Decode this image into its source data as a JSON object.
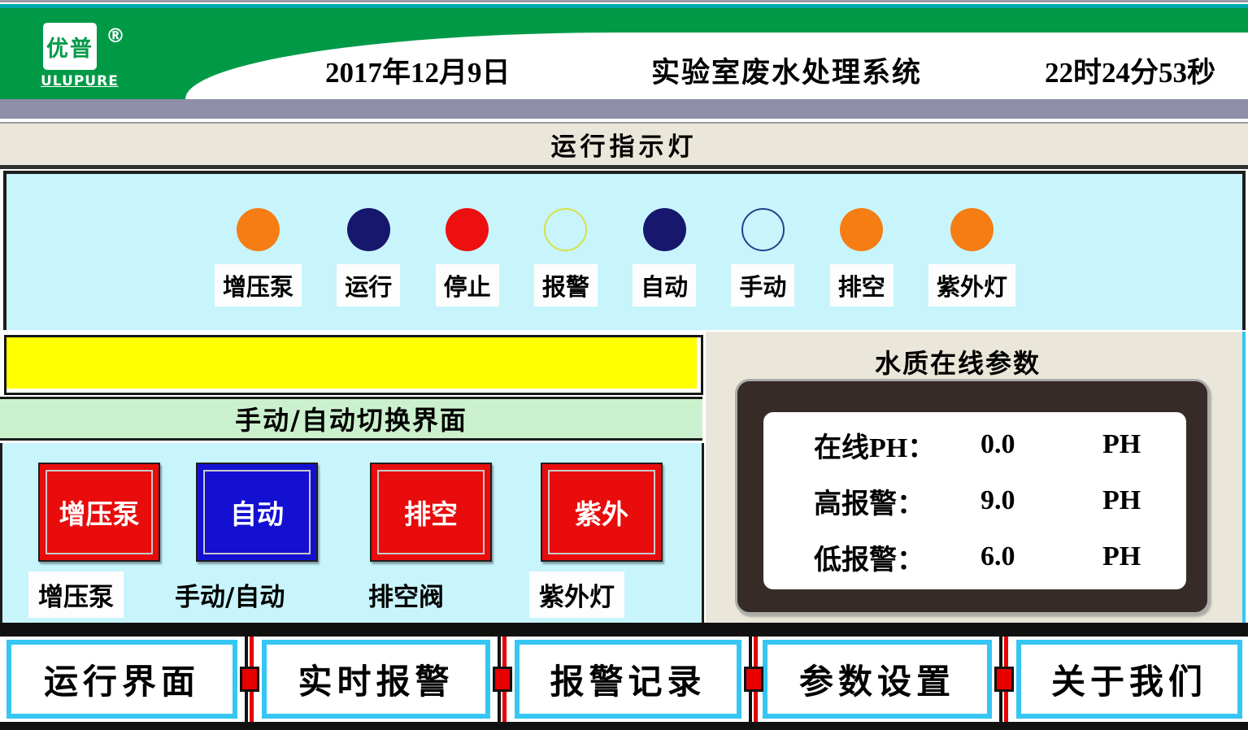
{
  "header": {
    "logo_name": "优普",
    "logo_reg": "®",
    "logo_sub": "ULUPURE",
    "date": "2017年12月9日",
    "title": "实验室废水处理系统",
    "time": "22时24分53秒"
  },
  "indicators": {
    "title": "运行指示灯",
    "lights": [
      {
        "label": "增压泵",
        "state": "on-orange"
      },
      {
        "label": "运行",
        "state": "on-navy"
      },
      {
        "label": "停止",
        "state": "on-red"
      },
      {
        "label": "报警",
        "state": "off-yellow-outline"
      },
      {
        "label": "自动",
        "state": "on-navy"
      },
      {
        "label": "手动",
        "state": "off-navy-outline"
      },
      {
        "label": "排空",
        "state": "on-orange"
      },
      {
        "label": "紫外灯",
        "state": "on-orange"
      }
    ]
  },
  "manual_auto": {
    "title": "手动/自动切换界面",
    "buttons": [
      {
        "label": "增压泵",
        "color": "red",
        "caption": "增压泵"
      },
      {
        "label": "自动",
        "color": "blue",
        "caption": "手动/自动"
      },
      {
        "label": "排空",
        "color": "red",
        "caption": "排空阀"
      },
      {
        "label": "紫外",
        "color": "red",
        "caption": "紫外灯"
      }
    ]
  },
  "water_quality": {
    "title": "水质在线参数",
    "rows": [
      {
        "label": "在线PH：",
        "value": "0.0",
        "unit": "PH"
      },
      {
        "label": "高报警：",
        "value": "9.0",
        "unit": "PH"
      },
      {
        "label": "低报警：",
        "value": "6.0",
        "unit": "PH"
      }
    ]
  },
  "nav": {
    "items": [
      {
        "label": "运行界面"
      },
      {
        "label": "实时报警"
      },
      {
        "label": "报警记录"
      },
      {
        "label": "参数设置"
      },
      {
        "label": "关于我们"
      }
    ]
  },
  "colors": {
    "header_green": "#009a47",
    "top_teal": "#00a8b0",
    "panel_cyan": "#c8f5fc",
    "banner_beige": "#eae7da",
    "banner_green": "#cbf0cd",
    "message_yellow": "#ffff00",
    "lamp_orange": "#f57d14",
    "lamp_navy": "#17176e",
    "lamp_red": "#ee1010",
    "button_red": "#e80c0c",
    "button_blue": "#1410d2",
    "nav_border_cyan": "#35c6f3",
    "nav_separator_red": "#e60000",
    "display_frame_brown": "#362b27"
  }
}
